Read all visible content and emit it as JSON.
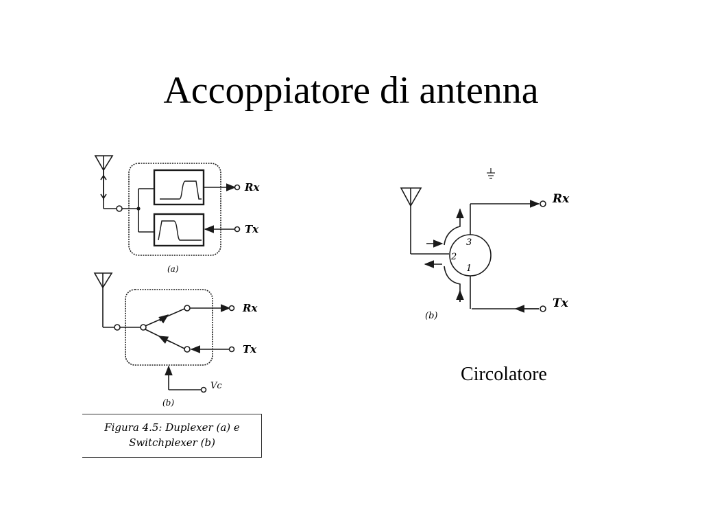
{
  "slide": {
    "title": "Accoppiatore di antenna"
  },
  "duplexer": {
    "label_rx": "Rx",
    "label_tx": "Tx",
    "sublabel": "(a)"
  },
  "switchplexer": {
    "label_rx": "Rx",
    "label_tx": "Tx",
    "label_vc": "Vc",
    "sublabel": "(b)"
  },
  "circulator": {
    "label_rx": "Rx",
    "label_tx": "Tx",
    "port_1": "1",
    "port_2": "2",
    "port_3": "3",
    "sublabel": "(b)",
    "caption": "Circolatore"
  },
  "figure_caption": {
    "line1": "Figura 4.5: Duplexer (a) e",
    "line2": "Switchplexer (b)"
  },
  "colors": {
    "ink": "#1a1a1a",
    "background": "#ffffff"
  }
}
